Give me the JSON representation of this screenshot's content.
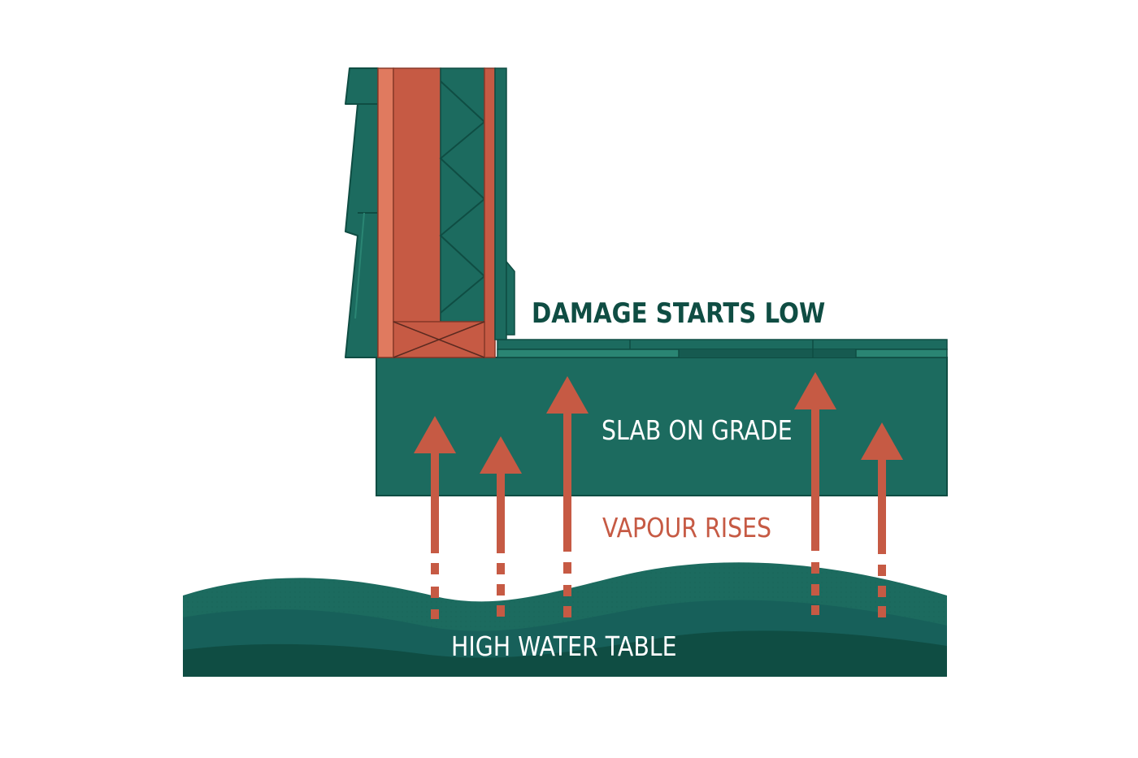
{
  "labels": {
    "damage": "DAMAGE STARTS LOW",
    "slab": "SLAB ON GRADE",
    "vapour": "VAPOUR RISES",
    "water_table": "HIGH WATER TABLE"
  },
  "colors": {
    "teal": "#1c6b5f",
    "teal_dark": "#165a50",
    "teal_deep": "#0f4d43",
    "teal_light": "#2a8573",
    "rust": "#c65a44",
    "dark_text": "#0f4d43",
    "background": "#ffffff"
  },
  "icons": {
    "vapour_arrow": "arrow-up-icon"
  }
}
